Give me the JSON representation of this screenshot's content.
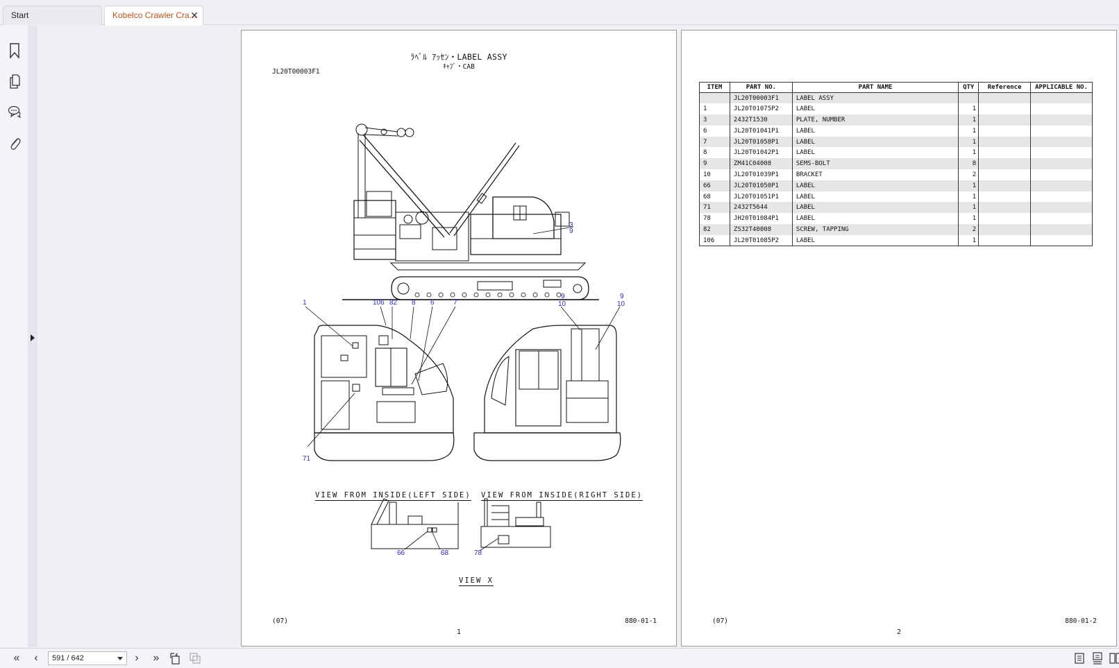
{
  "tabs": [
    {
      "label": "Start",
      "active": false
    },
    {
      "label": "Kobelco Crawler Cra...",
      "active": true,
      "close": "✕"
    }
  ],
  "sidebar": {
    "icons": [
      "bookmark-icon",
      "pages-icon",
      "comments-icon",
      "attachment-icon"
    ],
    "expand": "expand-panel-arrow"
  },
  "page1": {
    "title_line1": "ﾗﾍﾞﾙ ｱｯｾﾝ・LABEL ASSY",
    "title_line2": "ｷｬﾌﾞ・CAB",
    "doc_no": "JL20T00003F1",
    "callouts": {
      "c3": "3",
      "c9a": "9",
      "c1": "1",
      "c106": "106",
      "c82": "82",
      "c8": "8",
      "c6": "6",
      "c7": "7",
      "c71": "71",
      "c9b": "9",
      "c10b": "10",
      "c9c": "9",
      "c10c": "10",
      "c66": "66",
      "c68": "68",
      "c78": "78"
    },
    "view_left": "VIEW FROM INSIDE(LEFT SIDE)",
    "view_right": "VIEW FROM INSIDE(RIGHT SIDE)",
    "view_x": "VIEW X",
    "footer_left": "(07)",
    "footer_right": "880-01-1",
    "page_number": "1"
  },
  "page2": {
    "table": {
      "headers": [
        "ITEM",
        "PART NO.",
        "PART NAME",
        "QTY",
        "Reference",
        "APPLICABLE NO."
      ],
      "rows": [
        {
          "item": "",
          "part_no": "JL20T00003F1",
          "name": "LABEL ASSY",
          "qty": "",
          "ref": "",
          "app": ""
        },
        {
          "item": "1",
          "part_no": "JL20T01075P2",
          "name": "LABEL",
          "qty": "1",
          "ref": "",
          "app": ""
        },
        {
          "item": "3",
          "part_no": "2432T1530",
          "name": "PLATE, NUMBER",
          "qty": "1",
          "ref": "",
          "app": ""
        },
        {
          "item": "6",
          "part_no": "JL20T01041P1",
          "name": "LABEL",
          "qty": "1",
          "ref": "",
          "app": ""
        },
        {
          "item": "7",
          "part_no": "JL20T01058P1",
          "name": "LABEL",
          "qty": "1",
          "ref": "",
          "app": ""
        },
        {
          "item": "8",
          "part_no": "JL20T01042P1",
          "name": "LABEL",
          "qty": "1",
          "ref": "",
          "app": ""
        },
        {
          "item": "9",
          "part_no": "ZM41C04008",
          "name": "SEMS-BOLT",
          "qty": "8",
          "ref": "",
          "app": ""
        },
        {
          "item": "10",
          "part_no": "JL20T01039P1",
          "name": "BRACKET",
          "qty": "2",
          "ref": "",
          "app": ""
        },
        {
          "item": "66",
          "part_no": "JL20T01050P1",
          "name": "LABEL",
          "qty": "1",
          "ref": "",
          "app": ""
        },
        {
          "item": "68",
          "part_no": "JL20T01051P1",
          "name": "LABEL",
          "qty": "1",
          "ref": "",
          "app": ""
        },
        {
          "item": "71",
          "part_no": "2432T5644",
          "name": "LABEL",
          "qty": "1",
          "ref": "",
          "app": ""
        },
        {
          "item": "78",
          "part_no": "JH20T01084P1",
          "name": "LABEL",
          "qty": "1",
          "ref": "",
          "app": ""
        },
        {
          "item": "82",
          "part_no": "ZS32T40008",
          "name": "SCREW, TAPPING",
          "qty": "2",
          "ref": "",
          "app": ""
        },
        {
          "item": "106",
          "part_no": "JL20T01085P2",
          "name": "LABEL",
          "qty": "1",
          "ref": "",
          "app": ""
        }
      ]
    },
    "footer_left": "(07)",
    "footer_right": "880-01-2",
    "page_number": "2"
  },
  "bottombar": {
    "first": "«",
    "prev": "‹",
    "page_display": "591 / 642",
    "next": "›",
    "last": "»",
    "view_modes": [
      "single-page-icon",
      "continuous-page-icon",
      "two-page-icon"
    ]
  },
  "colors": {
    "active_tab_text": "#c4501e",
    "callout_blue": "#2a2ad0"
  }
}
